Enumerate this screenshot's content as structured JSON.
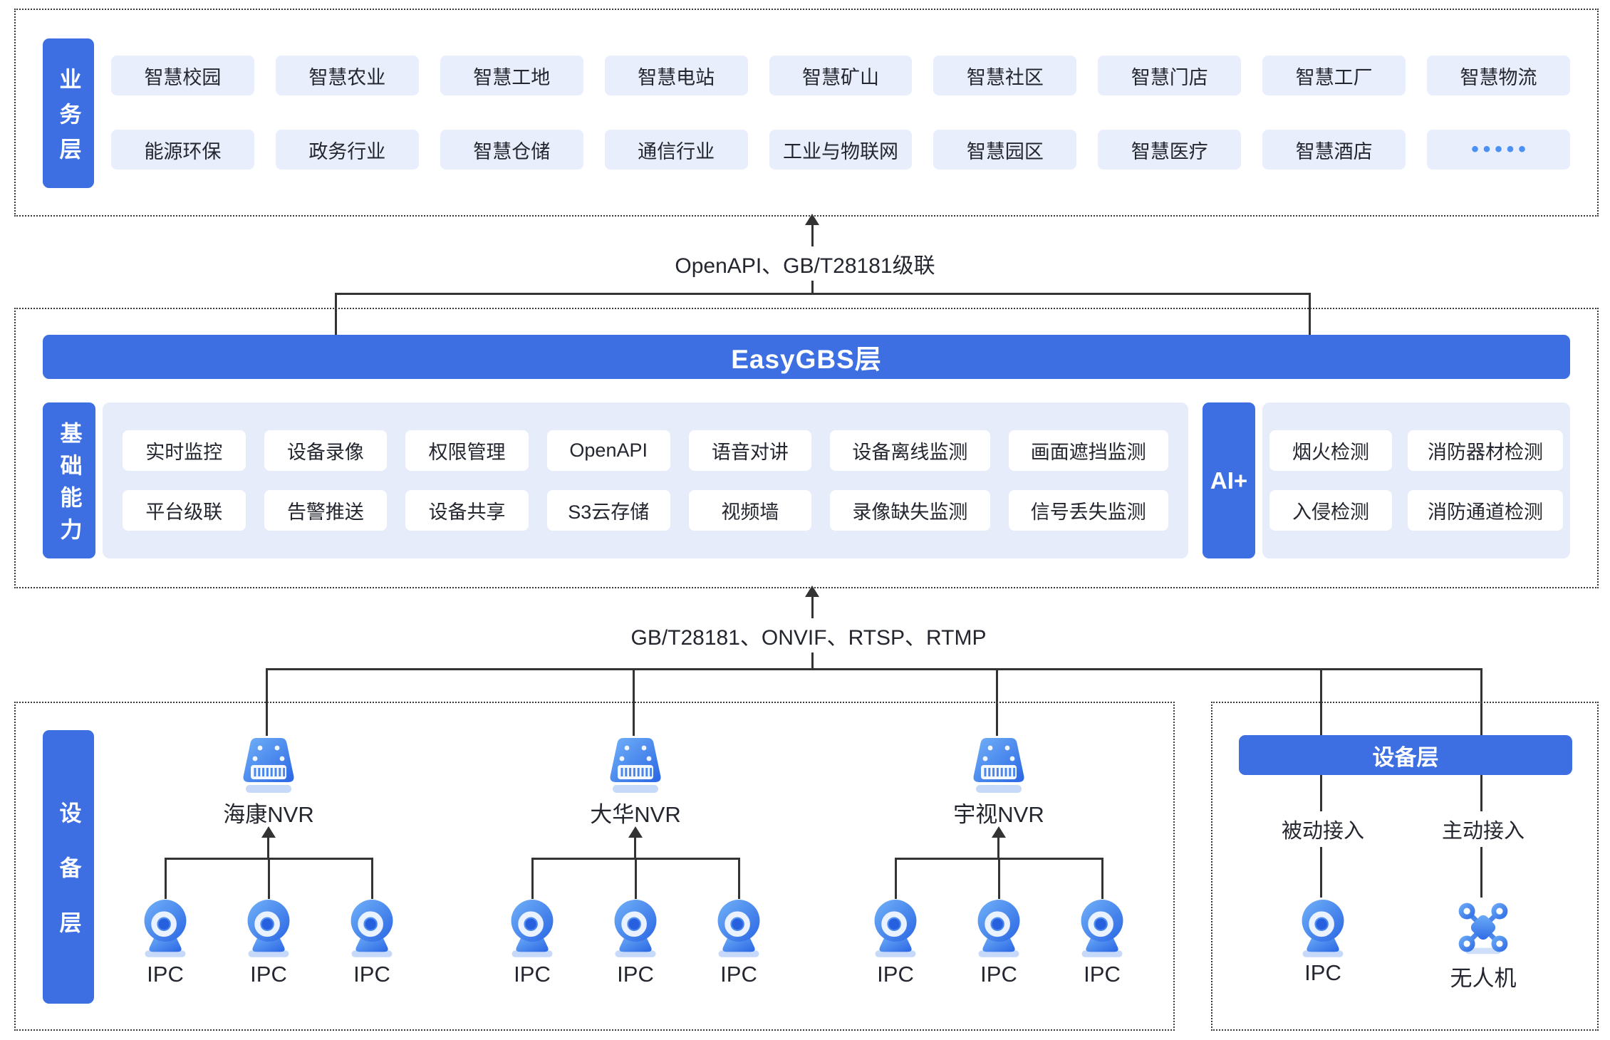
{
  "colors": {
    "primary_blue": "#3D6FE3",
    "chip_blue_bg": "#E8EEFC",
    "panel_blue_bg": "#E6ECFA",
    "line_color": "#333333",
    "text_dark": "#23262E"
  },
  "business_layer": {
    "side_label": "业务层",
    "chips_row1": [
      "智慧校园",
      "智慧农业",
      "智慧工地",
      "智慧电站",
      "智慧矿山",
      "智慧社区",
      "智慧门店",
      "智慧工厂",
      "智慧物流"
    ],
    "chips_row2": [
      "能源环保",
      "政务行业",
      "智慧仓储",
      "通信行业",
      "工业与物联网",
      "智慧园区",
      "智慧医疗",
      "智慧酒店",
      "•••••"
    ]
  },
  "top_link": {
    "label": "OpenAPI、GB/T28181级联"
  },
  "easygbs_layer": {
    "bar_title": "EasyGBS层",
    "capability_side_label": "基础能力",
    "capability_chips_row1": [
      "实时监控",
      "设备录像",
      "权限管理",
      "OpenAPI",
      "语音对讲",
      "设备离线监测",
      "画面遮挡监测"
    ],
    "capability_chips_row2": [
      "平台级联",
      "告警推送",
      "设备共享",
      "S3云存储",
      "视频墙",
      "录像缺失监测",
      "信号丢失监测"
    ],
    "ai_side_label": "AI+",
    "ai_chips_row1": [
      "烟火检测",
      "消防器材检测"
    ],
    "ai_chips_row2": [
      "入侵检测",
      "消防通道检测"
    ]
  },
  "bottom_link": {
    "label": "GB/T28181、ONVIF、RTSP、RTMP"
  },
  "device_layer": {
    "side_label": "设备层",
    "nvr_groups": [
      {
        "name": "海康NVR",
        "cameras": [
          "IPC",
          "IPC",
          "IPC"
        ]
      },
      {
        "name": "大华NVR",
        "cameras": [
          "IPC",
          "IPC",
          "IPC"
        ]
      },
      {
        "name": "宇视NVR",
        "cameras": [
          "IPC",
          "IPC",
          "IPC"
        ]
      }
    ]
  },
  "access_panel": {
    "header": "设备层",
    "passive_label": "被动接入",
    "active_label": "主动接入",
    "passive_device": "IPC",
    "active_device": "无人机"
  }
}
